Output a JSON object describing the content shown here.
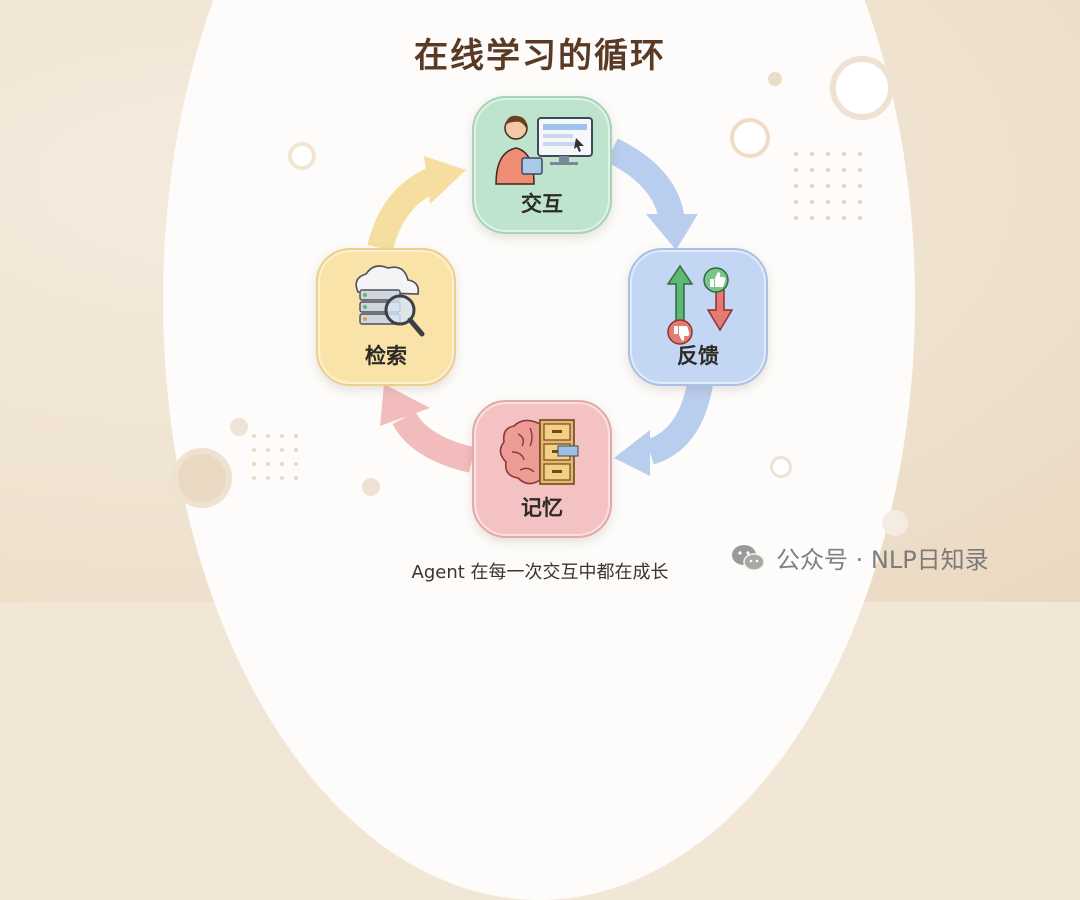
{
  "title": "在线学习的循环",
  "nodes": {
    "interact": "交互",
    "feedback": "反馈",
    "memory": "记忆",
    "retrieve": "检索"
  },
  "caption": "Agent 在每一次交互中都在成长",
  "watermark": {
    "text": "公众号 · NLP日知录",
    "icon": "wechat-icon"
  },
  "colors": {
    "interact": "#bfe4cd",
    "feedback": "#c3d6f3",
    "memory": "#f4c2c2",
    "retrieve": "#f9e3a8",
    "title": "#5a3a24"
  }
}
